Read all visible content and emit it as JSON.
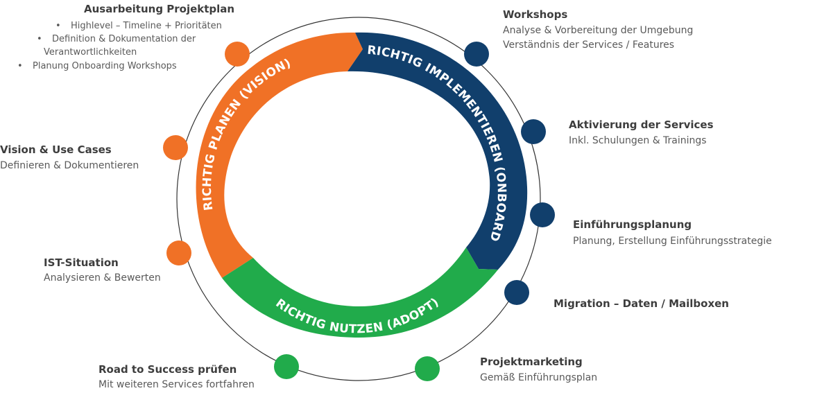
{
  "colors": {
    "orange": "#f07126",
    "navy": "#113f6c",
    "green": "#21ab4b",
    "outer_ring": "#333333"
  },
  "cycle": {
    "plan_label": "RICHTIG PLANEN (VISION)",
    "implement_label": "RICHTIG IMPLEMENTIEREN (ONBOARD)",
    "adopt_label": "RICHTIG NUTZEN (ADOPT)"
  },
  "steps": {
    "projektplan": {
      "title": "Ausarbeitung  Projektplan",
      "bullets": [
        "Highlevel – Timeline + Prioritäten",
        "Definition & Dokumentation der",
        "Verantwortlichkeiten",
        "Planung Onboarding Workshops"
      ]
    },
    "vision": {
      "title": "Vision & Use Cases",
      "subtitle": "Definieren & Dokumentieren"
    },
    "ist": {
      "title": "IST-Situation",
      "subtitle": "Analysieren & Bewerten"
    },
    "road": {
      "title": "Road to Success  prüfen",
      "subtitle": "Mit weiteren Services fortfahren"
    },
    "workshops": {
      "title": "Workshops",
      "lines": [
        "Analyse & Vorbereitung der Umgebung",
        "Verständnis der Services / Features"
      ]
    },
    "aktivierung": {
      "title": "Aktivierung der Services",
      "subtitle": "Inkl. Schulungen & Trainings"
    },
    "einfuehrung": {
      "title": "Einführungsplanung",
      "subtitle": "Planung, Erstellung Einführungsstrategie"
    },
    "migration": {
      "title": "Migration – Daten / Mailboxen"
    },
    "marketing": {
      "title": "Projektmarketing",
      "subtitle": "Gemäß Einführungsplan"
    }
  }
}
